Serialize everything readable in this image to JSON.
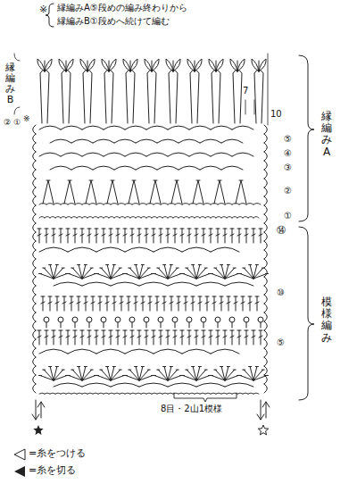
{
  "diagram": {
    "labels": [
      "※",
      "縁編みA⑤段めの編み終わりから",
      "縁編みB①段めへ続けて編む",
      "縁編みB",
      "②",
      "①",
      "※",
      "7",
      "10",
      "⑤",
      "④",
      "③",
      "②",
      "①",
      "縁編みA",
      "⑭",
      "⑩",
      "⑤",
      "模様編み",
      "8目・2山1模様"
    ],
    "legend": [
      {
        "text": "=糸をつける"
      },
      {
        "text": "=糸を切る"
      }
    ]
  }
}
